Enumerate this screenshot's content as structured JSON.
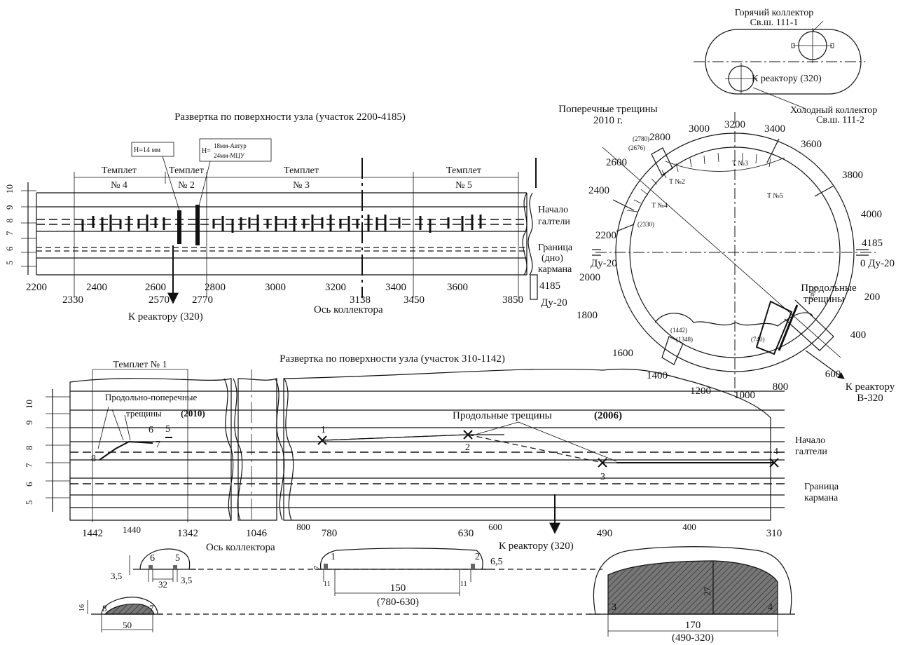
{
  "hot_collector": {
    "title": "Горячий коллектор",
    "id": "Св.ш. 111-1",
    "to_reactor": "К реактору (320)"
  },
  "cold_collector": {
    "title": "Холодный коллектор",
    "id": "Св.ш. 111-2"
  },
  "upper_dev": {
    "title": "Развертка по поверхности узла (участок 2200-4185)",
    "h14": "H=14 мм",
    "h18a": "H=",
    "h18b": "18мм-Автур",
    "h18c": "24мм-МЦУ",
    "templates": [
      {
        "name": "Темплет",
        "num": "№ 4"
      },
      {
        "name": "Темплет",
        "num": "№ 2"
      },
      {
        "name": "Темплет",
        "num": "№ 3"
      },
      {
        "name": "Темплет",
        "num": "№ 5"
      }
    ],
    "y_ticks": [
      "10",
      "9",
      "8",
      "7",
      "6",
      "5"
    ],
    "x_ticks_top": [
      "2200",
      "2400",
      "2600",
      "2800",
      "3000",
      "3200",
      "3400",
      "3600"
    ],
    "x_ticks_bottom": [
      "2330",
      "2570",
      "2770",
      "3138",
      "3450",
      "3850"
    ],
    "x_end": "4185",
    "nozzle": "Ду-20",
    "label_fillet_1": "Начало",
    "label_fillet_2": "галтели",
    "label_border_1": "Граница",
    "label_border_2": "(дно)",
    "label_border_3": "кармана",
    "to_reactor": "К  реактору (320)",
    "axis": "Ось коллектора"
  },
  "circle": {
    "cross_title_1": "Поперечные трещины",
    "cross_title_2": "2010 г.",
    "long_title_1": "Продольные",
    "long_title_2": "трещины",
    "to_reactor_1": "К реактору",
    "to_reactor_2": "В-320",
    "nozzle_left": "Ду-20",
    "nozzle_right": "0 Ду-20",
    "ticks": [
      "3200",
      "3000",
      "3400",
      "2800",
      "3600",
      "2600",
      "3800",
      "2400",
      "4000",
      "2200",
      "4185",
      "2000",
      "200",
      "1800",
      "400",
      "1600",
      "600",
      "1400",
      "800",
      "1200",
      "1000"
    ],
    "small": [
      "(2780)",
      "(2676)",
      "(2330)",
      "(1442)",
      "(1348)",
      "(740)",
      "(380)"
    ],
    "t_labels": [
      "T №3",
      "T №2",
      "T №4",
      "T №5"
    ]
  },
  "lower_dev": {
    "title": "Развертка по поверхности узла (участок 310-1142)",
    "template": "Темплет № 1",
    "cross_cracks_1": "Продольно-поперечные",
    "cross_cracks_2": "трещины",
    "cross_year": "(2010)",
    "long_cracks": "Продольные трещины",
    "long_year": "(2006)",
    "y_ticks": [
      "10",
      "9",
      "8",
      "7",
      "6",
      "5"
    ],
    "x_ticks": [
      "1442",
      "1440",
      "1342",
      "1046",
      "800",
      "780",
      "630",
      "600",
      "490",
      "400",
      "310"
    ],
    "points": [
      "1",
      "2",
      "3",
      "4",
      "5",
      "6",
      "7",
      "8"
    ],
    "label_fillet_1": "Начало",
    "label_fillet_2": "галтели",
    "label_border_1": "Граница",
    "label_border_2": "кармана",
    "axis": "Ось коллектора",
    "to_reactor": "К реактору (320)"
  },
  "sections": {
    "s1": {
      "n6": "6",
      "n5": "5",
      "d35a": "3,5",
      "d35b": "3,5",
      "d32": "32",
      "d16": "16",
      "d50": "50",
      "n8": "8",
      "n7": "7"
    },
    "s2": {
      "n1": "1",
      "n2": "2",
      "d7": "7",
      "d65": "6,5",
      "d11a": "11",
      "d11b": "11",
      "d150": "150",
      "range": "(780-630)"
    },
    "s3": {
      "n3": "3",
      "n4": "4",
      "d27": "27",
      "d170": "170",
      "range": "(490-320)"
    }
  }
}
